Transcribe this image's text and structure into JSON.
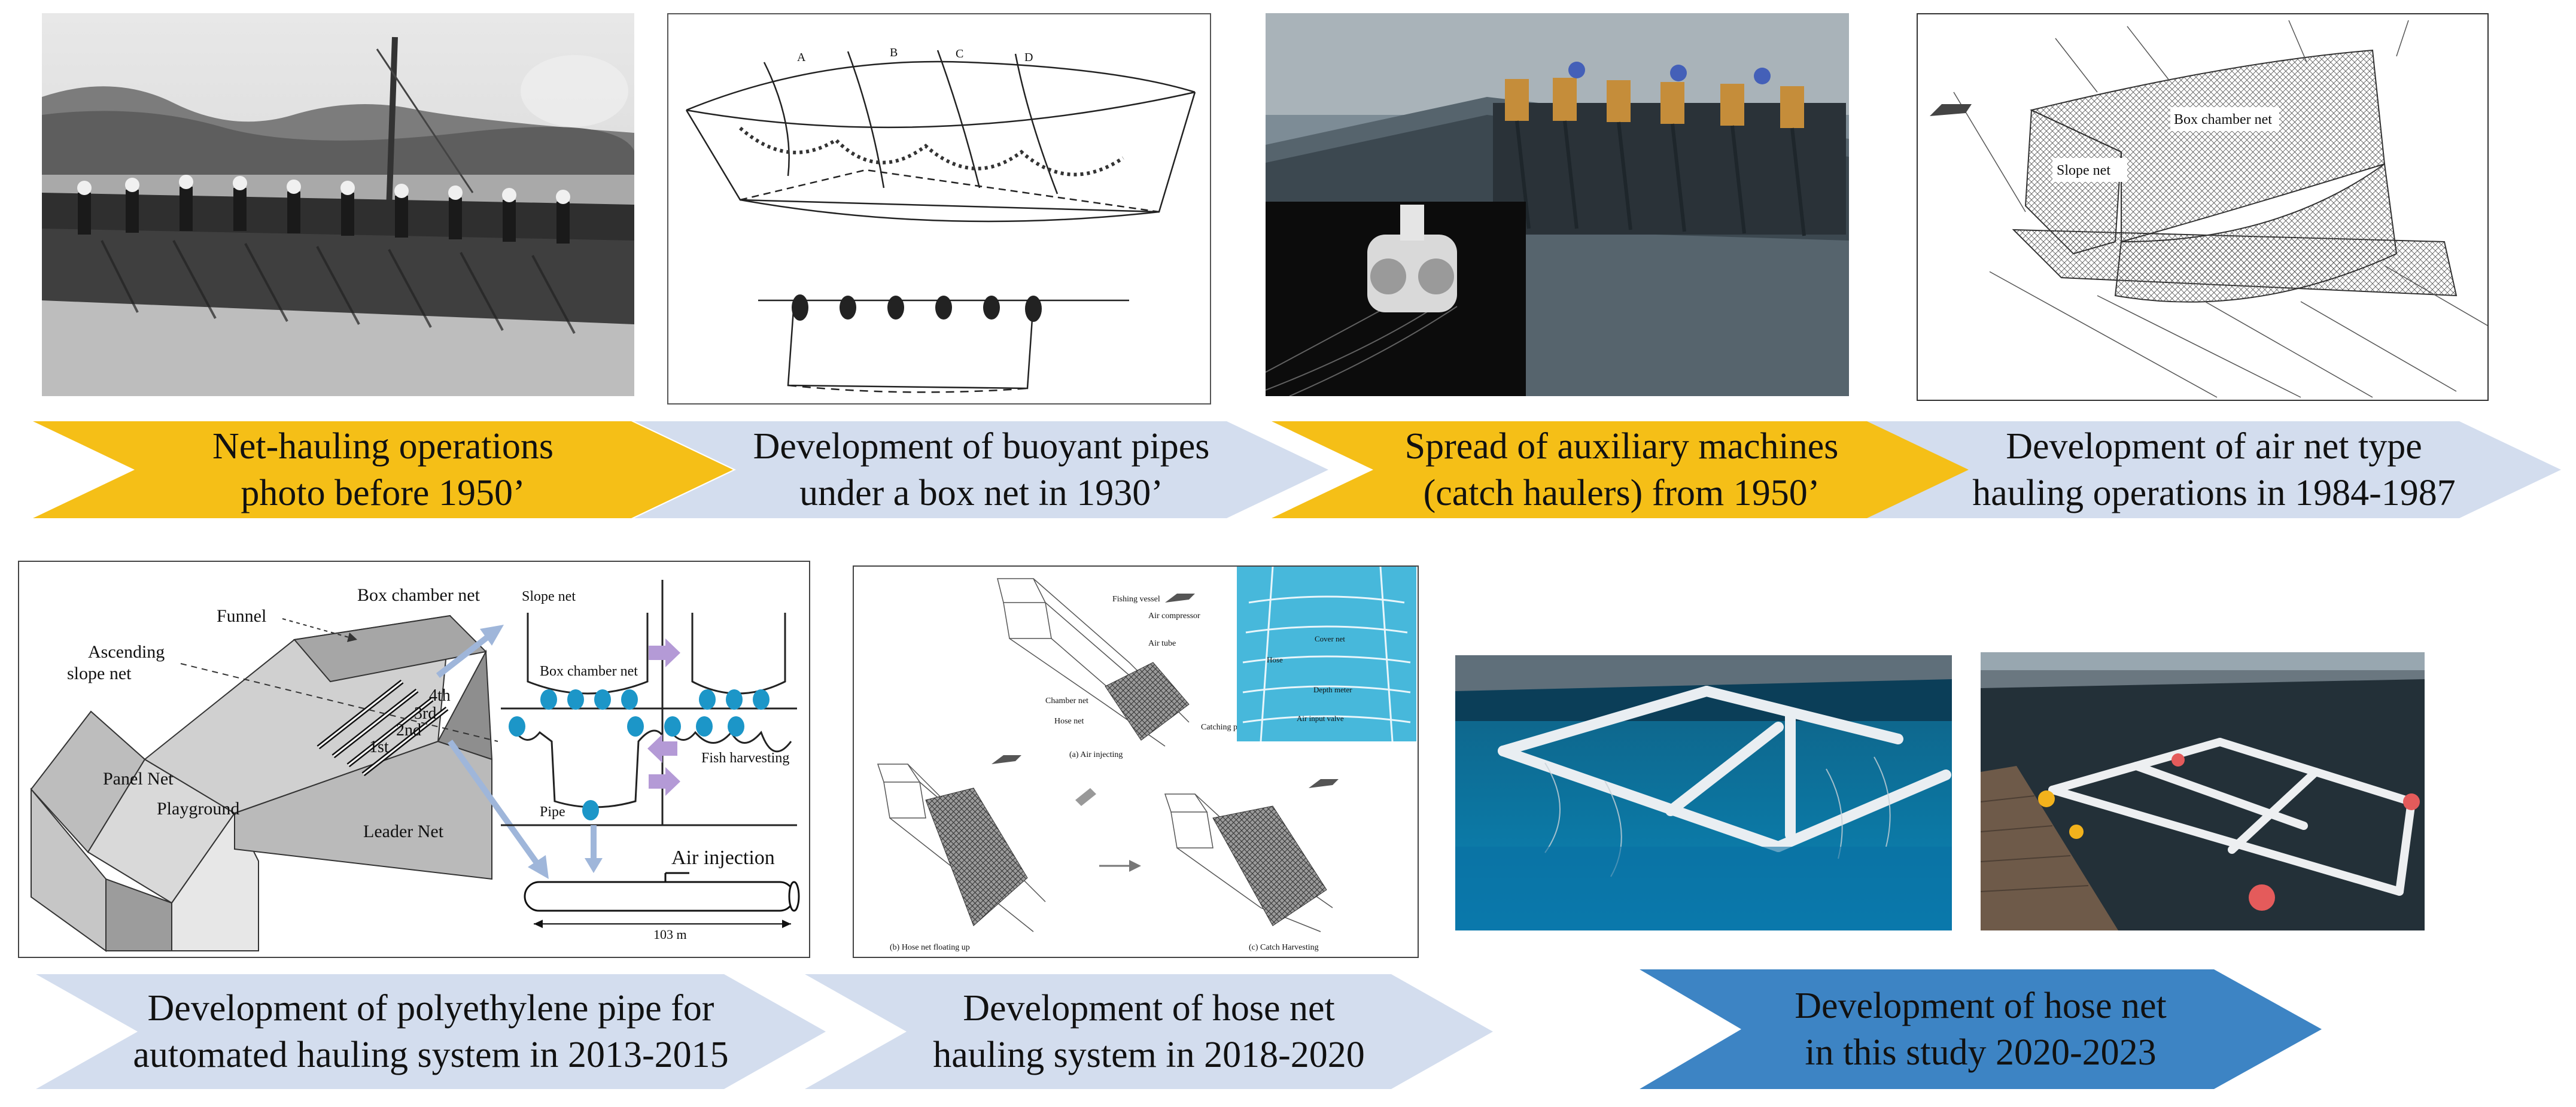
{
  "colors": {
    "yellow": "#F5BF17",
    "light_blue": "#D3DDEE",
    "dark_blue": "#3D84C4",
    "pipe_blue": "#1C96C8"
  },
  "stages": [
    {
      "line1": "Net-hauling operations",
      "line2": "photo before 1950’",
      "color": "yellow"
    },
    {
      "line1": "Development of buoyant pipes",
      "line2": "under a box net in 1930’",
      "color": "light_blue"
    },
    {
      "line1": "Spread of auxiliary machines",
      "line2": "(catch haulers) from 1950’",
      "color": "yellow"
    },
    {
      "line1": "Development of air net type",
      "line2": "hauling operations in 1984-1987",
      "color": "light_blue"
    },
    {
      "line1": "Development of polyethylene pipe for",
      "line2": "automated hauling system in 2013-2015",
      "color": "light_blue"
    },
    {
      "line1": "Development of hose net",
      "line2": "hauling system in 2018-2020",
      "color": "light_blue"
    },
    {
      "line1": "Development of hose net",
      "line2": "in this study 2020-2023",
      "color": "dark_blue"
    }
  ],
  "sketch_1930": {
    "letters": [
      "A",
      "B",
      "C",
      "D"
    ]
  },
  "air_net": {
    "box_chamber_net": "Box chamber net",
    "slope_net": "Slope net"
  },
  "pe_pipe": {
    "box_chamber_net": "Box chamber net",
    "funnel": "Funnel",
    "ascending_slope_net": "Ascending slope net",
    "panel_net": "Panel Net",
    "playground": "Playground",
    "leader_net": "Leader Net",
    "pipe_orders": [
      "1st",
      "2nd",
      "3rd",
      "4th"
    ],
    "slope_net": "Slope net",
    "box_chamber_net_small": "Box chamber net",
    "pipe": "Pipe",
    "fish_harvesting": "Fish harvesting",
    "air_injection": "Air injection",
    "length": "103 m"
  },
  "hose_net": {
    "fishing_vessel": "Fishing vessel",
    "air_compressor": "Air compressor",
    "air_tube": "Air tube",
    "chamber_net": "Chamber net",
    "hose_net": "Hose net",
    "catching": "Catching p",
    "caption_a": "(a) Air injecting",
    "caption_b": "(b) Hose net floating up",
    "caption_c": "(c) Catch Harvesting",
    "cover_net": "Cover net",
    "hose": "Hose",
    "depth_meter": "Depth meter",
    "air_input_valve": "Air input valve"
  }
}
